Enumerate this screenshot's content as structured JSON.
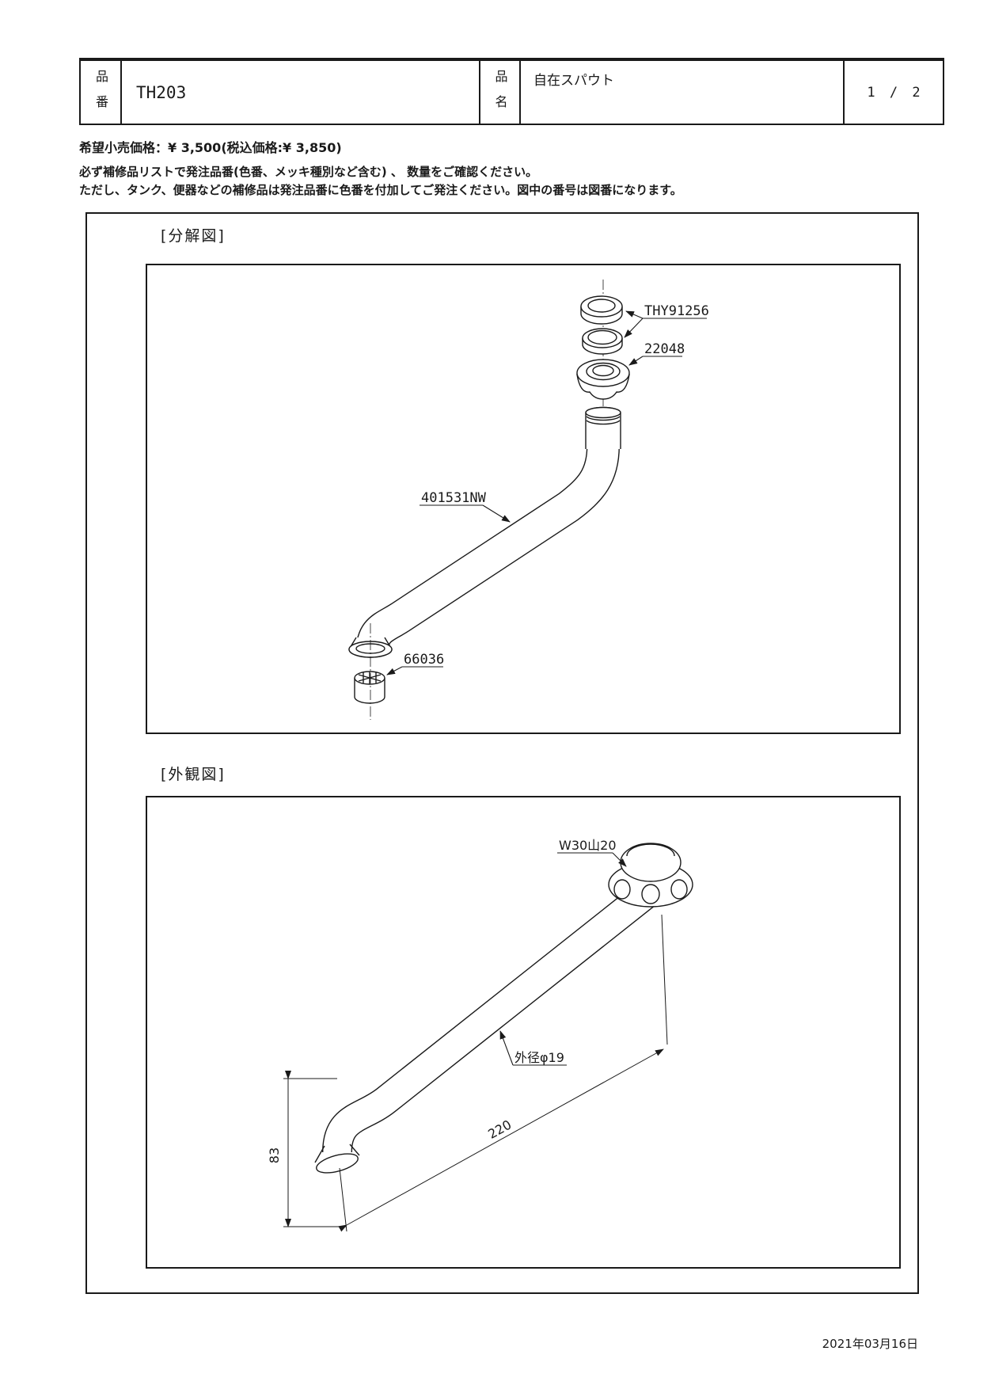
{
  "header": {
    "part_no_label": "品番",
    "part_no": "TH203",
    "part_name_label": "品名",
    "part_name": "自在スパウト",
    "page": "1 / 2"
  },
  "pricing": {
    "retail": "希望小売価格：¥ 3,500(税込価格:¥ 3,850)"
  },
  "notes": {
    "line1": "必ず補修品リストで発注品番(色番、メッキ種別など含む) 、 数量をご確認ください。",
    "line2": "ただし、タンク、便器などの補修品は発注品番に色番を付加してご発注ください。図中の番号は図番になります。"
  },
  "exploded": {
    "title": "[分解図]",
    "parts": {
      "packing": "THY91256",
      "nut": "22048",
      "spout": "401531NW",
      "aerator": "66036"
    }
  },
  "outline": {
    "title": "[外観図]",
    "dims": {
      "thread": "W30山20",
      "outer_dia": "外径φ19",
      "length": "220",
      "height": "83"
    }
  },
  "footer": {
    "date": "2021年03月16日"
  },
  "colors": {
    "ink": "#1a1a1a",
    "paper": "#ffffff"
  }
}
